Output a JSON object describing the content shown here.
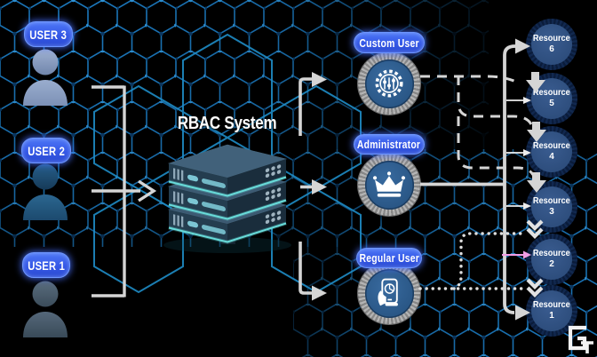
{
  "title": {
    "rbac": "RBAC System"
  },
  "users": [
    {
      "label": "USER 3"
    },
    {
      "label": "USER 2"
    },
    {
      "label": "USER 1"
    }
  ],
  "roles": [
    {
      "label": "Custom User",
      "icon": "gear-sliders-icon",
      "line_style": "dashed"
    },
    {
      "label": "Administrator",
      "icon": "crown-icon",
      "line_style": "solid"
    },
    {
      "label": "Regular User",
      "icon": "phone-in-hand-icon",
      "line_style": "dotted"
    }
  ],
  "resources": [
    {
      "label": "Resource",
      "number": "6"
    },
    {
      "label": "Resource",
      "number": "5"
    },
    {
      "label": "Resource",
      "number": "4"
    },
    {
      "label": "Resource",
      "number": "3"
    },
    {
      "label": "Resource",
      "number": "2"
    },
    {
      "label": "Resource",
      "number": "1"
    }
  ],
  "access_map": [
    {
      "role": "Custom User",
      "style": "dashed",
      "resources": [
        "5",
        "4",
        "3"
      ]
    },
    {
      "role": "Administrator",
      "style": "solid",
      "resources": [
        "6",
        "5",
        "4",
        "3",
        "2",
        "1"
      ]
    },
    {
      "role": "Regular User",
      "style": "dotted",
      "resources": [
        "2",
        "1"
      ]
    }
  ],
  "colors": {
    "background": "#000000",
    "hex_line": "#1b78bd",
    "hex_dot_bright": "#2f93d6",
    "hex_dot_dark": "#0c3c68",
    "connector_gray": "#d5d5d5",
    "highlight_pink": "#f29ce4",
    "pill_blue": "#3b63ef",
    "role_circle_blue": "#2d6094",
    "resource_outer": "#0e2347",
    "resource_inner": "#30507e",
    "server_teal": "#68dbd9"
  },
  "logo": {
    "mark": "GT"
  }
}
